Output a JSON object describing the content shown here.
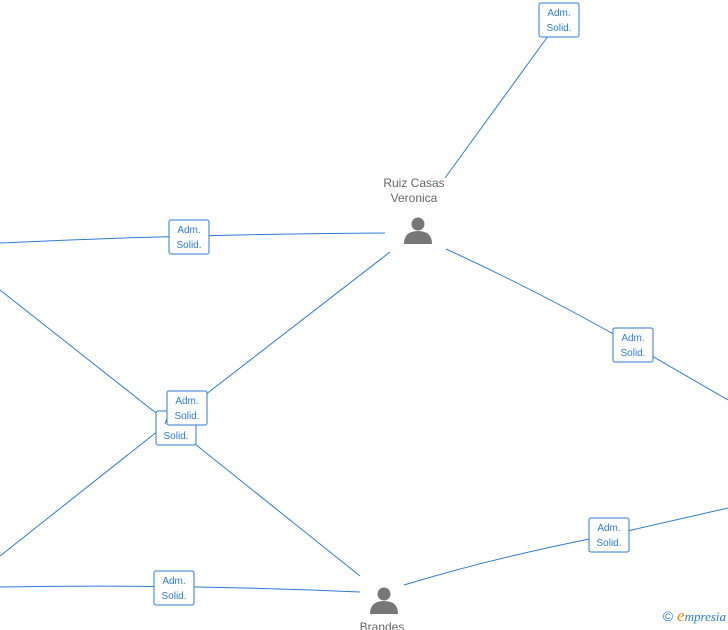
{
  "diagram": {
    "persons": [
      {
        "id": "ruiz",
        "lines": [
          "Ruiz Casas",
          "Veronica"
        ]
      },
      {
        "id": "brandes",
        "lines": [
          "Brandes"
        ]
      }
    ],
    "role_label": [
      "Adm.",
      "Solid."
    ],
    "roles": [
      {
        "id": "r-top"
      },
      {
        "id": "r-left-mid"
      },
      {
        "id": "r-right-mid"
      },
      {
        "id": "r-center-back"
      },
      {
        "id": "r-center-front"
      },
      {
        "id": "r-bottom-right"
      },
      {
        "id": "r-bottom-left"
      }
    ],
    "colors": {
      "edge": "#2e7bd6",
      "icon": "#777777",
      "label": "#666666"
    }
  },
  "footer": {
    "copyright_symbol": "©",
    "brand_initial": "e",
    "brand_rest": "mpresia"
  }
}
